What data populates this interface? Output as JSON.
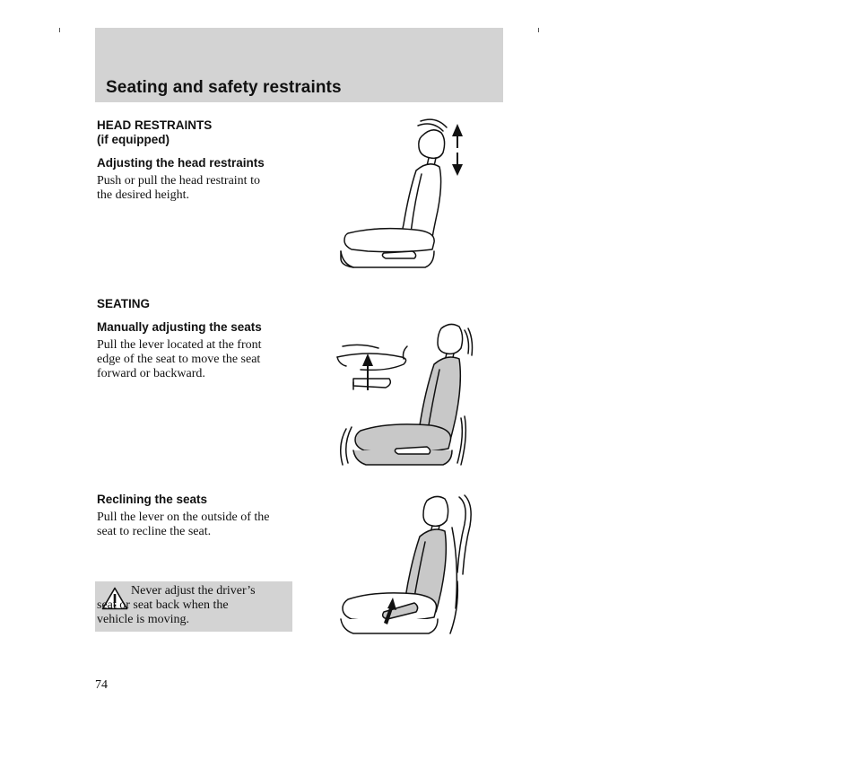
{
  "header": {
    "title": "Seating and safety restraints"
  },
  "head_restraints": {
    "heading_line1": "HEAD RESTRAINTS",
    "heading_line2": "(if equipped)",
    "subheading": "Adjusting the head restraints",
    "body_line1": "Push or pull the head restraint to",
    "body_line2": "the desired height."
  },
  "seating": {
    "heading": "SEATING",
    "manual_subheading": "Manually adjusting the seats",
    "manual_line1": "Pull the lever located at the front",
    "manual_line2": "edge of the seat to move the seat",
    "manual_line3": "forward or backward.",
    "recline_subheading": "Reclining the seats",
    "recline_line1": "Pull the lever on the outside of the",
    "recline_line2": "seat to recline the seat."
  },
  "warning": {
    "icon": "warning-triangle-icon",
    "line1": "Never adjust the driver’s",
    "line2": "seat or seat back when the",
    "line3": "vehicle is moving."
  },
  "page": {
    "number": "74"
  },
  "colors": {
    "band": "#d3d3d3",
    "seat_fill": "#c8c8c8",
    "ink": "#111111"
  }
}
